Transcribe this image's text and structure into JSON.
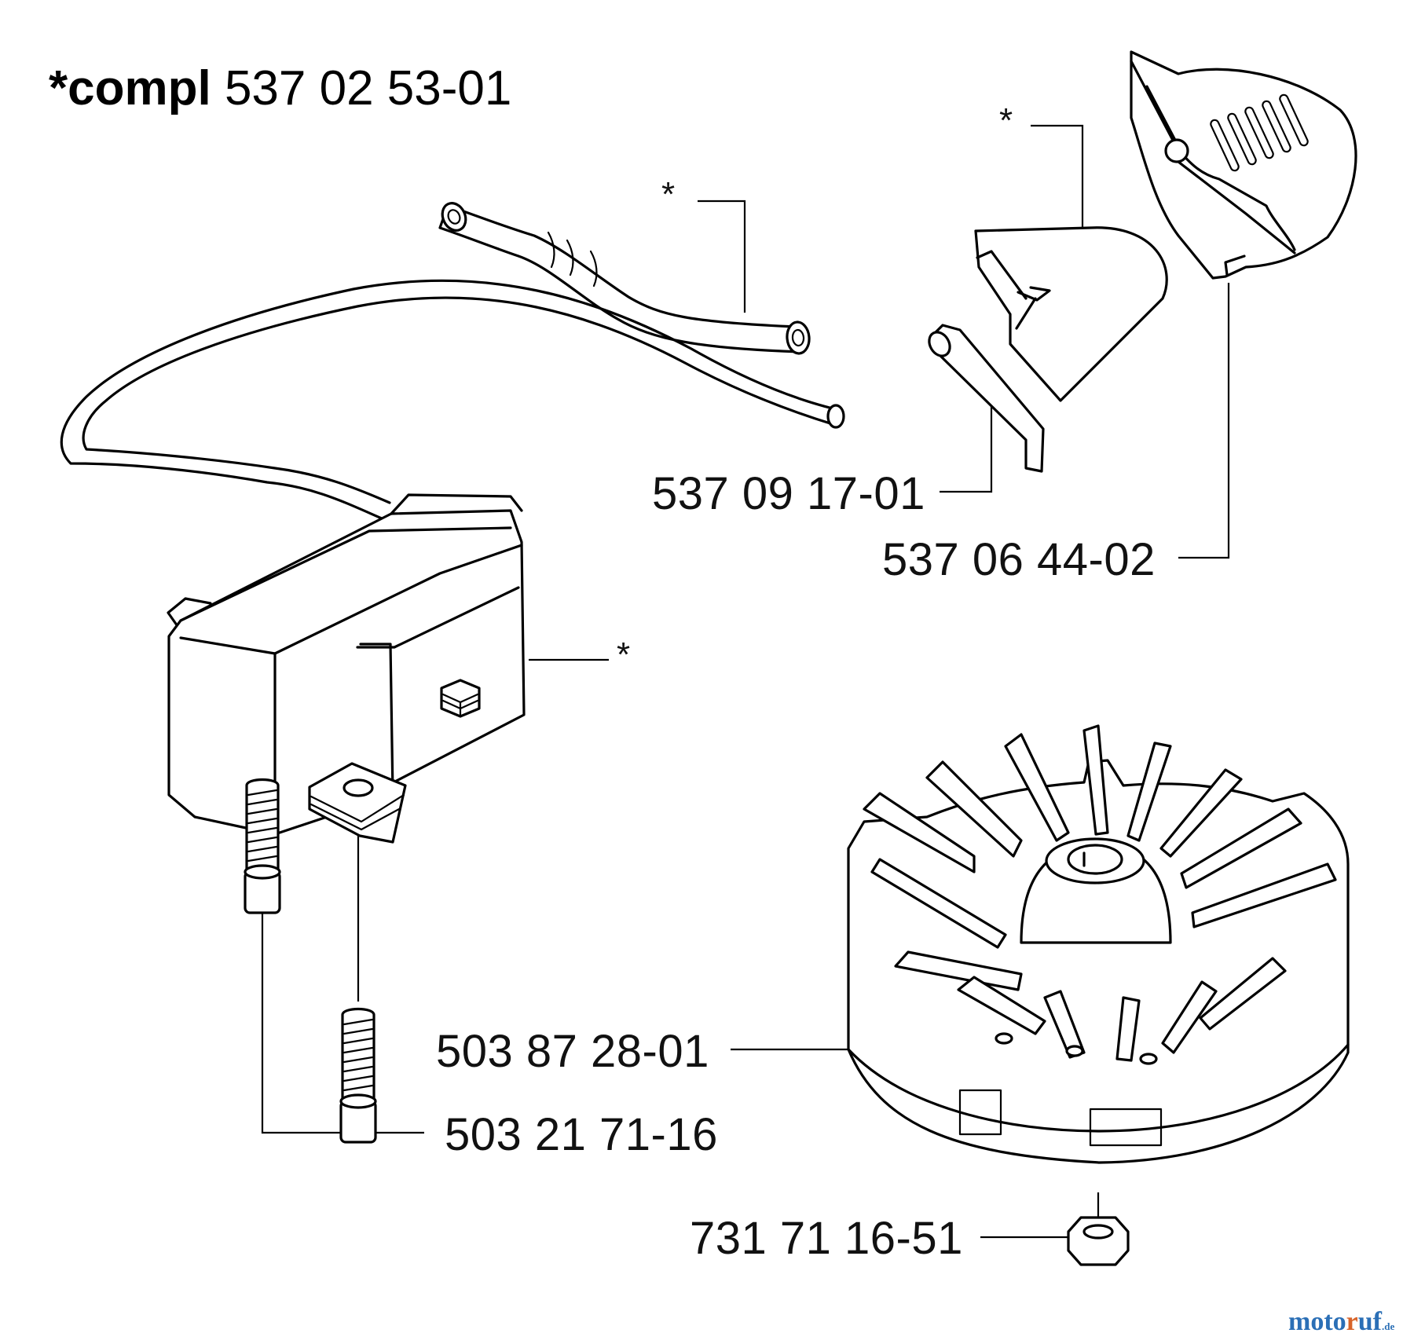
{
  "heading": {
    "prefix": "*compl",
    "number": "537 02 53-01"
  },
  "labels": {
    "filter_lever": "537 09 17-01",
    "cover": "537 06 44-02",
    "flywheel": "503 87 28-01",
    "screws": "503 21 71-16",
    "nut": "731 71 16-51"
  },
  "markers": {
    "star": "*"
  },
  "watermark": {
    "part1": "moto",
    "part2": "r",
    "part3": "uf",
    "suffix": ".de"
  }
}
